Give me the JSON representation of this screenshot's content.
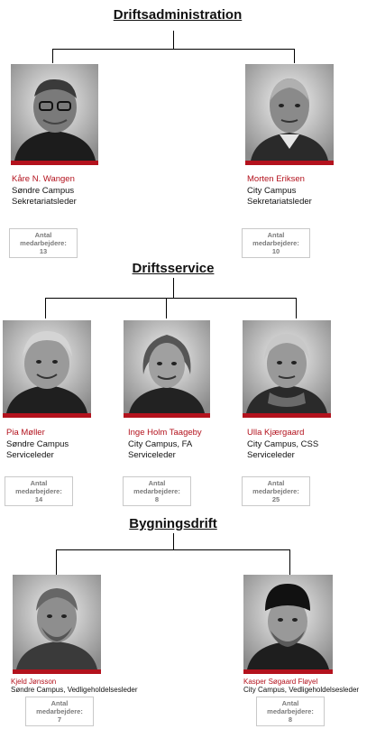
{
  "sections": {
    "administration": "Driftsadministration",
    "service": "Driftsservice",
    "building": "Bygningsdrift"
  },
  "count_label_1": "Antal",
  "count_label_2": "medarbejdere:",
  "people": [
    {
      "name": "Kåre N. Wangen",
      "campus": "Søndre Campus",
      "role": "Sekretariatsleder",
      "count": "13"
    },
    {
      "name": "Morten Eriksen",
      "campus": "City Campus",
      "role": "Sekretariatsleder",
      "count": "10"
    },
    {
      "name": "Pia Møller",
      "campus": "Søndre Campus",
      "role": "Serviceleder",
      "count": "14"
    },
    {
      "name": "Inge Holm Taageby",
      "campus": "City Campus, FA",
      "role": "Serviceleder",
      "count": "8"
    },
    {
      "name": "Ulla Kjærgaard",
      "campus": "City Campus, CSS",
      "role": "Serviceleder",
      "count": "25"
    },
    {
      "name": "Kjeld Jønsson",
      "campus": "Søndre Campus, Vedligeholdelsesleder",
      "role": "",
      "count": "7"
    },
    {
      "name": "Kasper Søgaard Fløyel",
      "campus": "City Campus, Vedligeholdelsesleder",
      "role": "",
      "count": "8"
    }
  ],
  "colors": {
    "accent": "#b3121d"
  }
}
